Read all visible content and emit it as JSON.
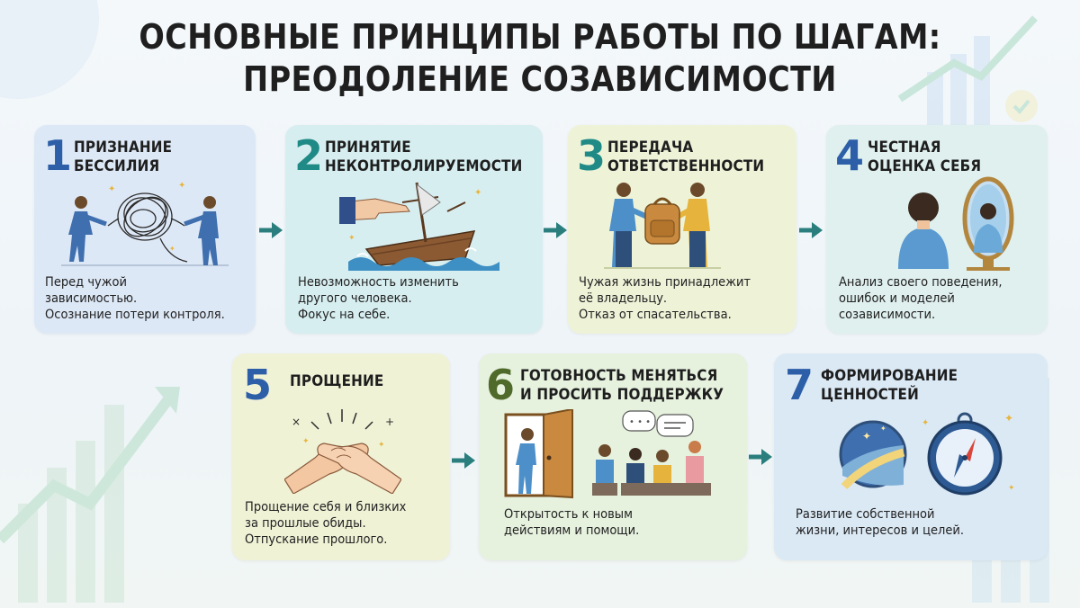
{
  "title": {
    "line1": "ОСНОВНЫЕ ПРИНЦИПЫ РАБОТЫ ПО ШАГАМ:",
    "line2": "ПРЕОДОЛЕНИЕ СОЗАВИСИМОСТИ"
  },
  "colors": {
    "number_blue": "#2d5fa8",
    "number_teal": "#1f8a86",
    "number_olive": "#4f6a2a",
    "arrow": "#2a7f7e",
    "card1": "#dde8f6",
    "card2": "#d7eef0",
    "card3": "#eef3d8",
    "card4": "#dff0ee",
    "card5": "#f0f2d6",
    "card6": "#e6f1de",
    "card7": "#dbe9f5"
  },
  "steps": [
    {
      "number": "1",
      "title": [
        "ПРИЗНАНИЕ",
        "БЕССИЛИЯ"
      ],
      "desc": [
        "Перед чужой",
        "зависимостью.",
        "Осознание потери контроля."
      ],
      "icon": "tangled-rope-icon"
    },
    {
      "number": "2",
      "title": [
        "ПРИНЯТИЕ",
        "НЕКОНТРОЛИРУЕМОСТИ"
      ],
      "desc": [
        "Невозможность изменить",
        "другого человека.",
        "Фокус на себе."
      ],
      "icon": "sinking-boat-icon"
    },
    {
      "number": "3",
      "title": [
        "ПЕРЕДАЧА",
        "ОТВЕТСТВЕННОСТИ"
      ],
      "desc": [
        "Чужая жизнь принадлежит",
        "её владельцу.",
        "Отказ от спасательства."
      ],
      "icon": "backpack-handover-icon"
    },
    {
      "number": "4",
      "title": [
        "ЧЕСТНАЯ",
        "ОЦЕНКА СЕБЯ"
      ],
      "desc": [
        "Анализ своего поведения,",
        "ошибок и моделей",
        "созависимости."
      ],
      "icon": "mirror-icon"
    },
    {
      "number": "5",
      "title": [
        "ПРОЩЕНИЕ"
      ],
      "desc": [
        "Прощение себя и близких",
        "за прошлые обиды.",
        "Отпускание прошлого."
      ],
      "icon": "clasped-hands-icon"
    },
    {
      "number": "6",
      "title": [
        "ГОТОВНОСТЬ МЕНЯТЬСЯ",
        "И ПРОСИТЬ ПОДДЕРЖКУ"
      ],
      "desc": [
        "Открытость к новым",
        "действиям и помощи."
      ],
      "icon": "support-group-icon"
    },
    {
      "number": "7",
      "title": [
        "ФОРМИРОВАНИЕ",
        "ЦЕННОСТЕЙ"
      ],
      "desc": [
        "Развитие собственной",
        "жизни, интересов и целей."
      ],
      "icon": "compass-icon"
    }
  ]
}
